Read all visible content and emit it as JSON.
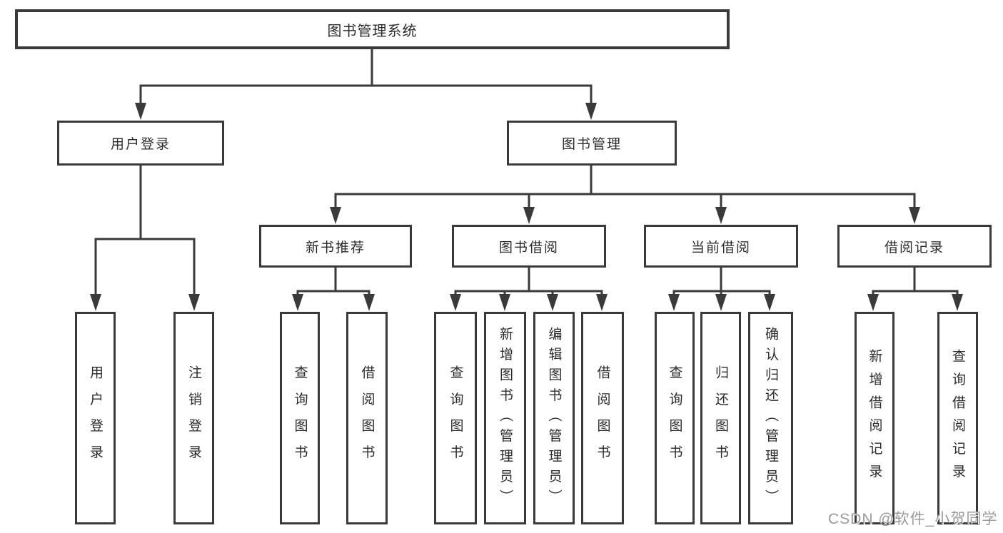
{
  "diagram": {
    "root": "图书管理系统",
    "branches": [
      {
        "label": "用户登录",
        "children": [
          "用户登录",
          "注销登录"
        ]
      },
      {
        "label": "图书管理",
        "sections": [
          {
            "label": "新书推荐",
            "children": [
              "查询图书",
              "借阅图书"
            ]
          },
          {
            "label": "图书借阅",
            "children": [
              "查询图书",
              "新增图书（管理员）",
              "编辑图书（管理员）",
              "借阅图书"
            ]
          },
          {
            "label": "当前借阅",
            "children": [
              "查询图书",
              "归还图书",
              "确认归还（管理员）"
            ]
          },
          {
            "label": "借阅记录",
            "children": [
              "新增借阅记录",
              "查询借阅记录"
            ]
          }
        ]
      }
    ]
  },
  "watermark": "CSDN @软件_小贺同学",
  "colors": {
    "line": "#3a3a3a",
    "box_border": "#3a3a3a",
    "box_background": "#ffffff",
    "text": "#2b2b2b",
    "page_background": "#ffffff",
    "watermark_text": "#9b9b9b"
  }
}
